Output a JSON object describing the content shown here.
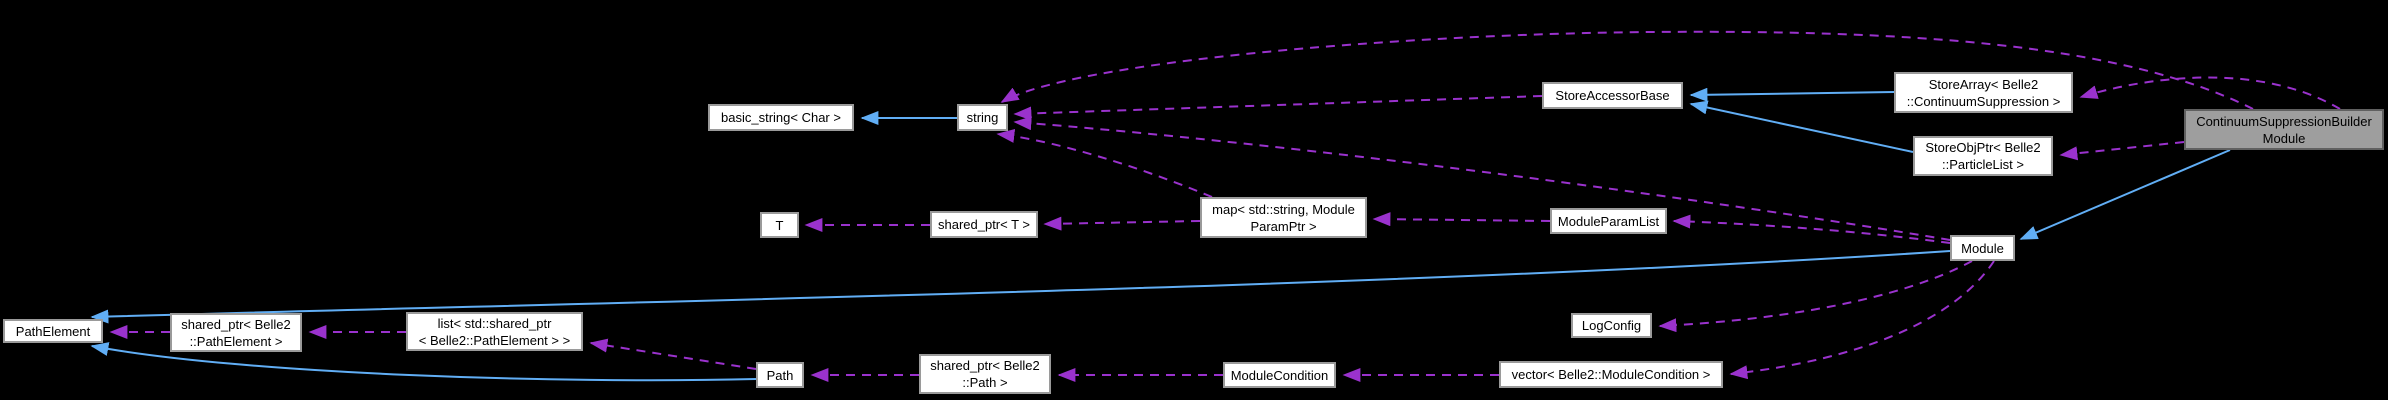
{
  "diagram": {
    "title": "ContinuumSuppressionBuilderModule collaboration graph",
    "type": "doxygen-collaboration-graph",
    "colors": {
      "background": "#000000",
      "node_fill": "#ffffff",
      "node_border": "#9a9a9a",
      "highlight_fill": "#9e9e9e",
      "highlight_border": "#606060",
      "text": "#000000",
      "inheritance_edge": "#61aef5",
      "usage_edge": "#9a32cd"
    },
    "nodes": [
      {
        "id": "basic_string",
        "label": "basic_string< Char >"
      },
      {
        "id": "string",
        "label": "string"
      },
      {
        "id": "store_accessor_base",
        "label": "StoreAccessorBase"
      },
      {
        "id": "store_array",
        "label": "StoreArray< Belle2\n::ContinuumSuppression >"
      },
      {
        "id": "store_obj_ptr",
        "label": "StoreObjPtr< Belle2\n::ParticleList >"
      },
      {
        "id": "continuum_suppression_builder_module",
        "label": "ContinuumSuppressionBuilder\nModule",
        "highlighted": true
      },
      {
        "id": "t",
        "label": "T"
      },
      {
        "id": "shared_ptr_t",
        "label": "shared_ptr< T >"
      },
      {
        "id": "map_module_param_ptr",
        "label": "map< std::string, Module\nParamPtr >"
      },
      {
        "id": "module_param_list",
        "label": "ModuleParamList"
      },
      {
        "id": "module",
        "label": "Module"
      },
      {
        "id": "path_element",
        "label": "PathElement"
      },
      {
        "id": "shared_ptr_path_element",
        "label": "shared_ptr< Belle2\n::PathElement >"
      },
      {
        "id": "list_shared_ptr_path_element",
        "label": "list< std::shared_ptr\n< Belle2::PathElement > >"
      },
      {
        "id": "log_config",
        "label": "LogConfig"
      },
      {
        "id": "path",
        "label": "Path"
      },
      {
        "id": "shared_ptr_path",
        "label": "shared_ptr< Belle2\n::Path >"
      },
      {
        "id": "module_condition",
        "label": "ModuleCondition"
      },
      {
        "id": "vector_module_condition",
        "label": "vector< Belle2::ModuleCondition >"
      }
    ],
    "edges": [
      {
        "from": "string",
        "to": "basic_string",
        "style": "solid",
        "kind": "inheritance"
      },
      {
        "from": "store_array",
        "to": "store_accessor_base",
        "style": "solid",
        "kind": "inheritance"
      },
      {
        "from": "store_obj_ptr",
        "to": "store_accessor_base",
        "style": "solid",
        "kind": "inheritance"
      },
      {
        "from": "continuum_suppression_builder_module",
        "to": "module",
        "style": "solid",
        "kind": "inheritance"
      },
      {
        "from": "module",
        "to": "path_element",
        "style": "solid",
        "kind": "inheritance"
      },
      {
        "from": "path",
        "to": "path_element",
        "style": "solid",
        "kind": "inheritance"
      },
      {
        "from": "shared_ptr_t",
        "to": "t",
        "style": "dashed",
        "kind": "usage"
      },
      {
        "from": "map_module_param_ptr",
        "to": "shared_ptr_t",
        "style": "dashed",
        "kind": "usage"
      },
      {
        "from": "map_module_param_ptr",
        "to": "string",
        "style": "dashed",
        "kind": "usage"
      },
      {
        "from": "module_param_list",
        "to": "map_module_param_ptr",
        "style": "dashed",
        "kind": "usage"
      },
      {
        "from": "module",
        "to": "module_param_list",
        "style": "dashed",
        "kind": "usage"
      },
      {
        "from": "module",
        "to": "string",
        "style": "dashed",
        "kind": "usage"
      },
      {
        "from": "module",
        "to": "log_config",
        "style": "dashed",
        "kind": "usage"
      },
      {
        "from": "module",
        "to": "vector_module_condition",
        "style": "dashed",
        "kind": "usage"
      },
      {
        "from": "store_accessor_base",
        "to": "string",
        "style": "dashed",
        "kind": "usage"
      },
      {
        "from": "continuum_suppression_builder_module",
        "to": "string",
        "style": "dashed",
        "kind": "usage"
      },
      {
        "from": "continuum_suppression_builder_module",
        "to": "store_array",
        "style": "dashed",
        "kind": "usage"
      },
      {
        "from": "continuum_suppression_builder_module",
        "to": "store_obj_ptr",
        "style": "dashed",
        "kind": "usage"
      },
      {
        "from": "vector_module_condition",
        "to": "module_condition",
        "style": "dashed",
        "kind": "usage"
      },
      {
        "from": "module_condition",
        "to": "shared_ptr_path",
        "style": "dashed",
        "kind": "usage"
      },
      {
        "from": "shared_ptr_path",
        "to": "path",
        "style": "dashed",
        "kind": "usage"
      },
      {
        "from": "path",
        "to": "list_shared_ptr_path_element",
        "style": "dashed",
        "kind": "usage"
      },
      {
        "from": "list_shared_ptr_path_element",
        "to": "shared_ptr_path_element",
        "style": "dashed",
        "kind": "usage"
      },
      {
        "from": "shared_ptr_path_element",
        "to": "path_element",
        "style": "dashed",
        "kind": "usage"
      }
    ]
  }
}
